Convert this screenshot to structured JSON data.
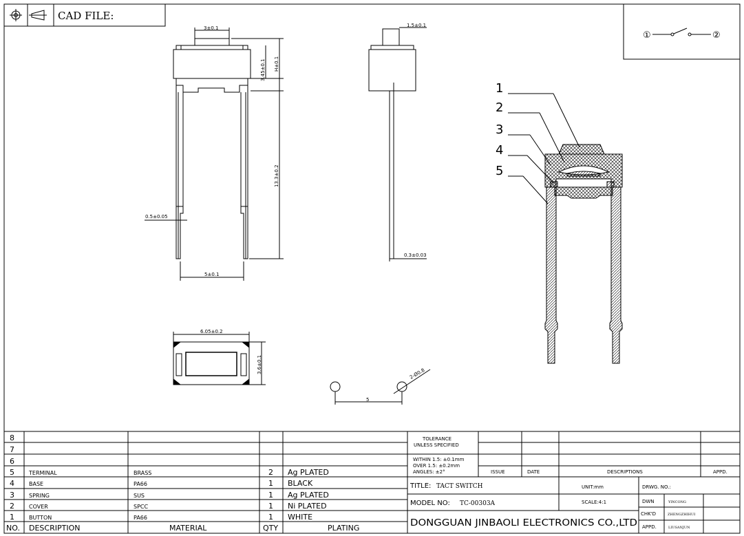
{
  "header": {
    "cad_label": "CAD FILE:",
    "icons": [
      "projection-crosshair-icon",
      "projection-cone-icon"
    ]
  },
  "circuit": {
    "terminal_a": "①",
    "terminal_b": "②"
  },
  "dimensions": {
    "button_width": "3±0.1",
    "body_height": "3.45±0.1",
    "total_height": "H±0.1",
    "pin_length": "13.3±0.2",
    "pin_width": "0.5±0.05",
    "pin_pitch": "5±0.1",
    "side_button": "1.5±0.1",
    "side_pin": "0.3±0.03",
    "bottom_length": "6.05±0.2",
    "bottom_width": "3.6±0.1",
    "hole_dia": "2-Ø0.8",
    "hole_pitch": "5"
  },
  "callouts": [
    "1",
    "2",
    "3",
    "4",
    "5"
  ],
  "bom": {
    "empty_rows": [
      "8",
      "7",
      "6"
    ],
    "rows": [
      {
        "no": "5",
        "description": "TERMINAL",
        "material": "BRASS",
        "qty": "2",
        "plating": "Ag PLATED"
      },
      {
        "no": "4",
        "description": "BASE",
        "material": "PA66",
        "qty": "1",
        "plating": "BLACK"
      },
      {
        "no": "3",
        "description": "SPRING",
        "material": "SUS",
        "qty": "1",
        "plating": "Ag PLATED"
      },
      {
        "no": "2",
        "description": "COVER",
        "material": "SPCC",
        "qty": "1",
        "plating": "Ni PLATED"
      },
      {
        "no": "1",
        "description": "BUTTON",
        "material": "PA66",
        "qty": "1",
        "plating": "WHITE"
      }
    ],
    "header": {
      "no": "NO.",
      "description": "DESCRIPTION",
      "material": "MATERIAL",
      "qty": "QTY",
      "plating": "PLATING"
    }
  },
  "title_block": {
    "tolerance_1": "TOLERANCE",
    "tolerance_2": "UNLESS SPECIFIED",
    "within": "WITHIN  1.5: ±0.1mm",
    "over": "OVER  1.5:  ±0.2mm",
    "angles": "ANGLES: ±2°",
    "issue": "ISSUE",
    "date": "DATE",
    "descriptions": "DESCRIPTIONS",
    "appd": "APPD.",
    "title_label": "TITLE:",
    "title_value": "TACT  SWITCH",
    "unit": "UNIT:mm",
    "drwg_no": "DRWG. NO.:",
    "model_label": "MODEL  NO:",
    "model_value": "TC-00303A",
    "scale": "SCALE:4:1",
    "dwn_label": "DWN",
    "dwn_value": "YINCONG",
    "chkd_label": "CHK'D",
    "chkd_value": "ZHENGZHIHUI",
    "appd_label": "APPD.",
    "appd_value": "LIUSANJUN",
    "company": "DONGGUAN  JINBAOLI  ELECTRONICS  CO.,LTD"
  }
}
